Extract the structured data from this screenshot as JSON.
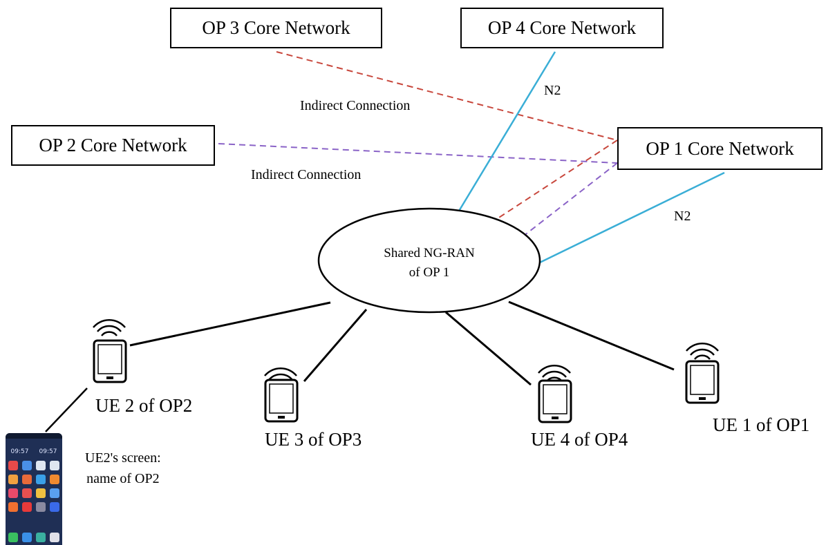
{
  "core_networks": {
    "op1": "OP 1 Core Network",
    "op2": "OP 2 Core Network",
    "op3": "OP 3 Core Network",
    "op4": "OP 4 Core Network"
  },
  "links": {
    "n2_op4": "N2",
    "n2_op1": "N2",
    "indirect_op3": "Indirect Connection",
    "indirect_op2": "Indirect Connection"
  },
  "ran": {
    "line1": "Shared NG-RAN",
    "line2": "of OP 1"
  },
  "ues": {
    "ue1": "UE 1 of OP1",
    "ue2": "UE 2 of OP2",
    "ue3": "UE 3 of OP3",
    "ue4": "UE 4 of OP4"
  },
  "screen_caption": {
    "line1": "UE2's screen:",
    "line2": "name of OP2"
  },
  "phone": {
    "clock_left": "09:57",
    "clock_right": "09:57"
  },
  "colors": {
    "n2": "#3aaed6",
    "indirect_op3": "#c8473c",
    "indirect_op2": "#8a63c7",
    "radio": "#000000"
  },
  "icons": [
    "tablet-icon",
    "wifi-signal-icon",
    "smartphone-screenshot"
  ]
}
